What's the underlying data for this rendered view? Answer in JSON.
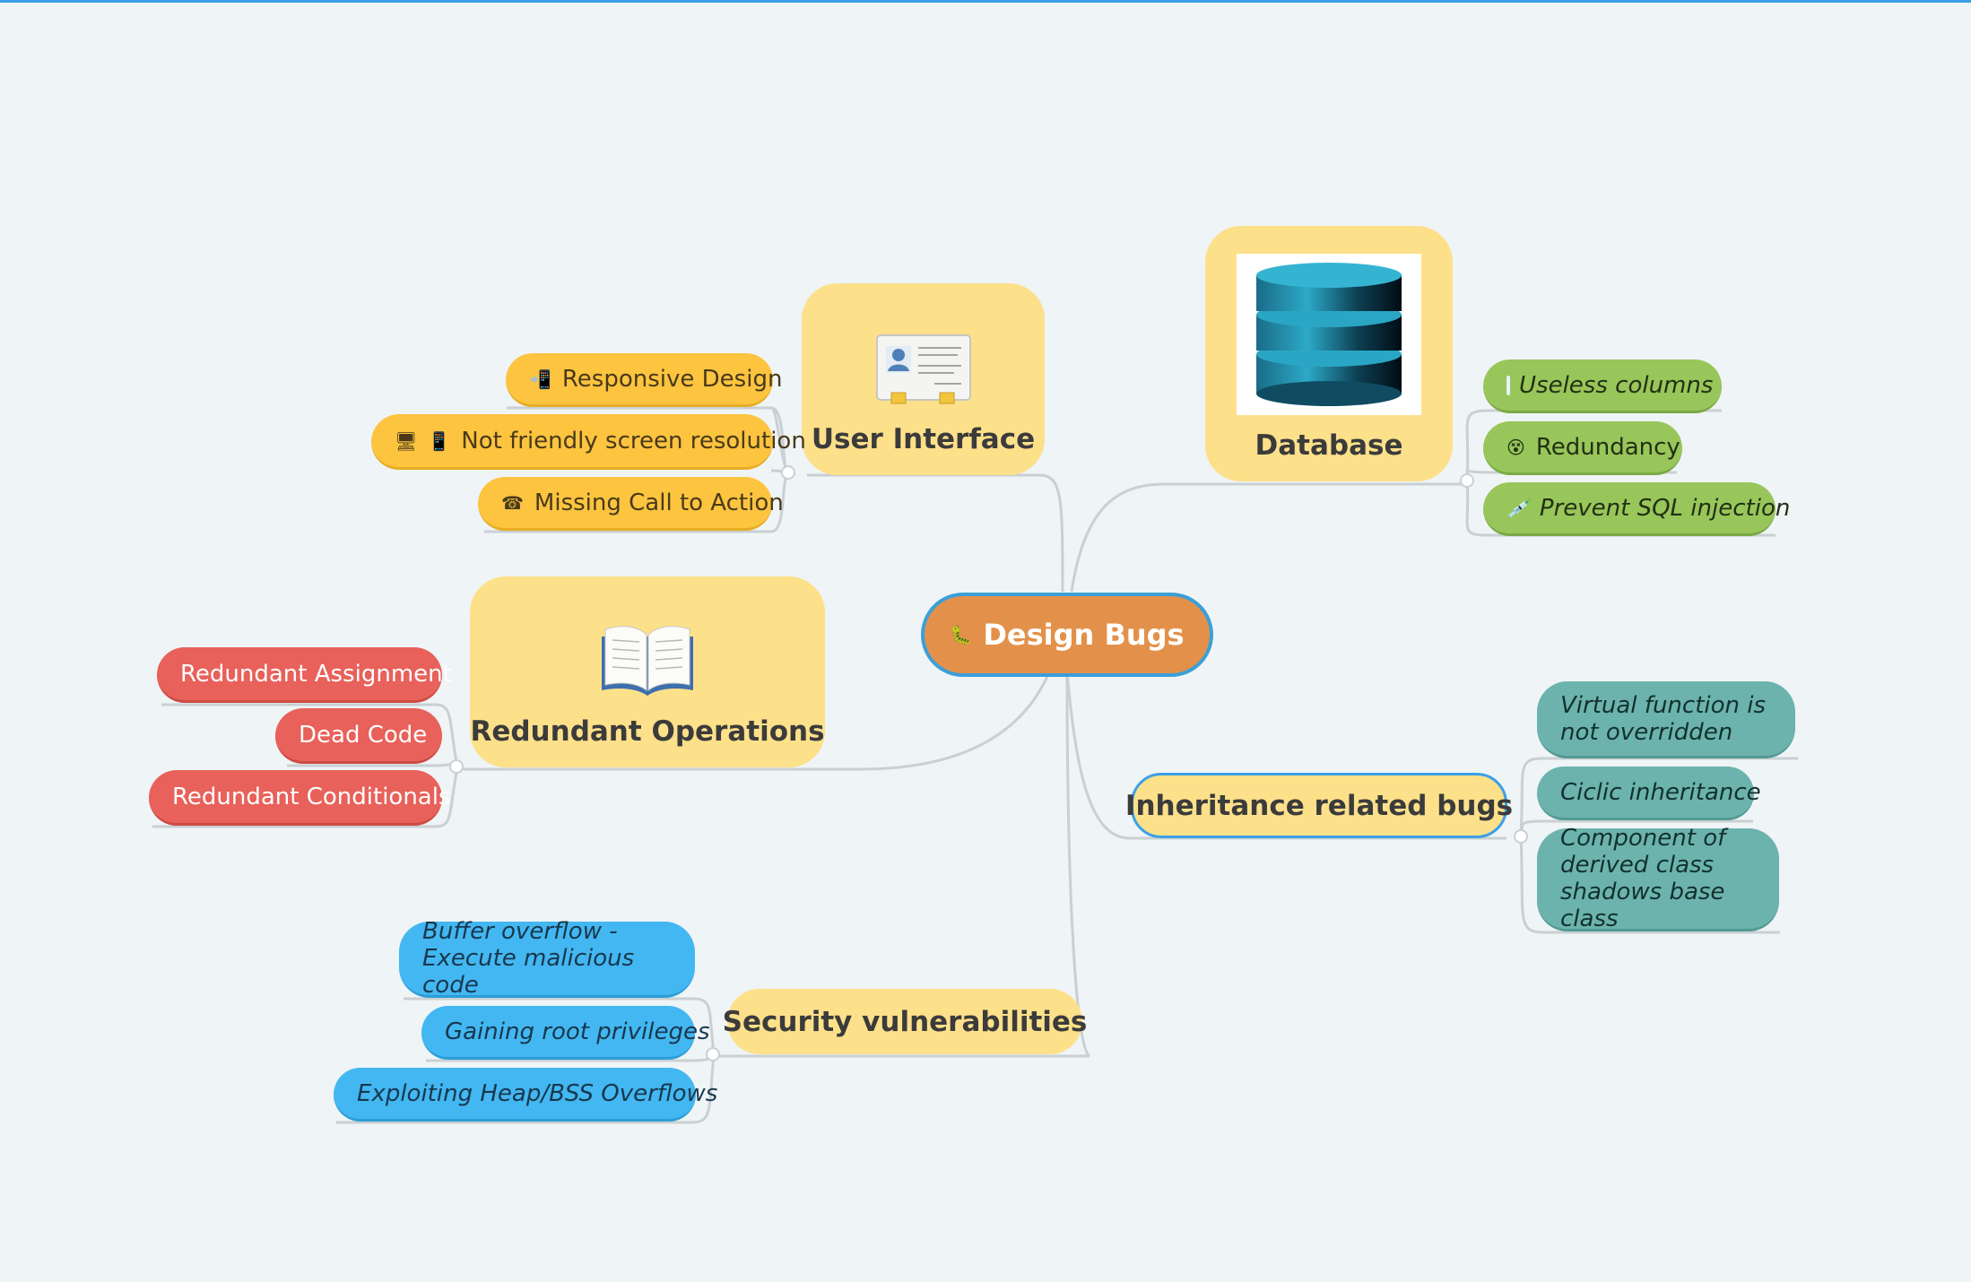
{
  "central": {
    "label": "Design Bugs",
    "icon": "bug-icon"
  },
  "topics": {
    "ui": {
      "label": "User Interface",
      "icon": "contact-card-icon"
    },
    "db": {
      "label": "Database",
      "icon": "database-icon"
    },
    "redundant": {
      "label": "Redundant Operations",
      "icon": "open-book-icon"
    },
    "inheritance": {
      "label": "Inheritance related bugs"
    },
    "security": {
      "label": "Security vulnerabilities"
    }
  },
  "ui_items": [
    "Responsive Design",
    "Not friendly screen resolution",
    "Missing Call to Action"
  ],
  "db_items": [
    "Useless columns",
    "Redundancy",
    "Prevent SQL injection"
  ],
  "redundant_items": [
    "Redundant Assignment",
    "Dead Code",
    "Redundant Conditionals"
  ],
  "inheritance_items": [
    "Virtual function is not overridden",
    "Ciclic inheritance",
    "Component of derived class shadows base class"
  ],
  "security_items": [
    "Buffer overflow - Execute malicious code",
    "Gaining root privileges",
    "Exploiting Heap/BSS Overflows"
  ],
  "colors": {
    "background": "#eff4f6",
    "central": "#e3914a",
    "topic": "#fde08a",
    "ui_branch": "#fcc43f",
    "redundant_branch": "#e8615a",
    "db_branch": "#98c65a",
    "inheritance_branch": "#6cb3ad",
    "security_branch": "#43b7f2",
    "connector": "#c9d0d3"
  }
}
